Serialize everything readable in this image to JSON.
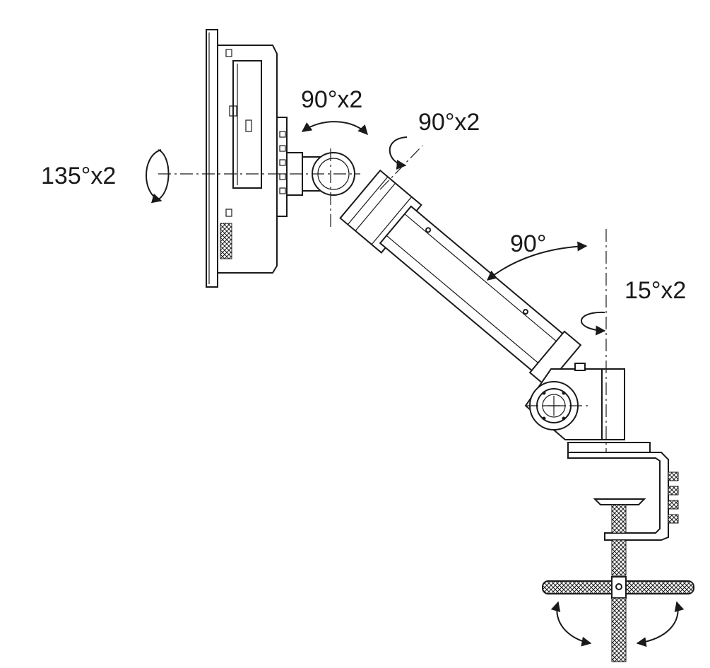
{
  "labels": {
    "monitor_rotation": "135°x2",
    "tilt_top": "90°x2",
    "tilt_arm_joint": "90°x2",
    "arm_swing": "90°",
    "base_rotation": "15°x2"
  },
  "colors": {
    "line": "#1a1a1a",
    "background": "#ffffff"
  }
}
